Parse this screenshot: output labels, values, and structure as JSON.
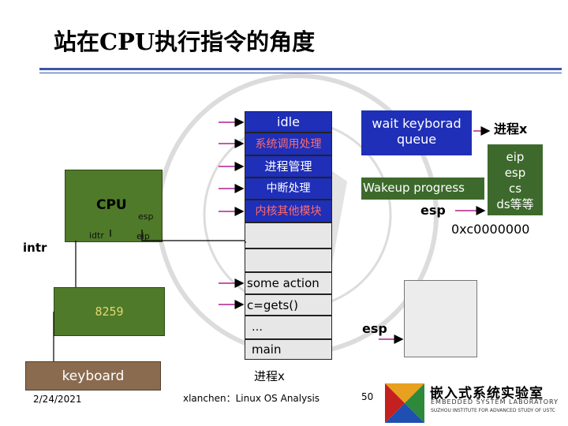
{
  "title": "站在CPU执行指令的角度",
  "kernel_stack": {
    "upper_cells": [
      "idle",
      "系统调用处理",
      "进程管理",
      "中断处理",
      "内核其他模块"
    ],
    "lower_cells": [
      "some action",
      "c=gets()",
      "…",
      "main"
    ],
    "caption": "进程x"
  },
  "cpu": {
    "label": "CPU",
    "reg_esp": "esp",
    "reg_idtr": "idtr",
    "reg_eip": "eip"
  },
  "intr_label": "intr",
  "pic_label": "8259",
  "keyboard_label": "keyboard",
  "wait_queue": {
    "line1": "wait keyborad",
    "line2": "queue"
  },
  "wakeup_label": "Wakeup progress",
  "process_label": "进程x",
  "saved_regs": {
    "line1": "eip",
    "line2": "esp",
    "line3": "cs",
    "line4": "ds等等"
  },
  "esp_upper": "esp",
  "address": "0xc0000000",
  "esp_lower": "esp",
  "footer": {
    "date": "2/24/2021",
    "author": "xlanchen：Linux OS Analysis",
    "page": "50"
  },
  "logo": {
    "title": "嵌入式系统实验室",
    "subtitle1": "EMBEDDED SYSTEM LABORATORY",
    "subtitle2": "SUZHOU INSTITUTE FOR ADVANCED STUDY OF USTC"
  },
  "colors": {
    "title_rule": "#3a56a8",
    "kernel_cell": "#1f2fb8",
    "cpu_green": "#4f7a29",
    "keyboard_brown": "#8a6b50",
    "wakeup_green": "#3d6a2c",
    "arrow_magenta": "#b0208f"
  }
}
